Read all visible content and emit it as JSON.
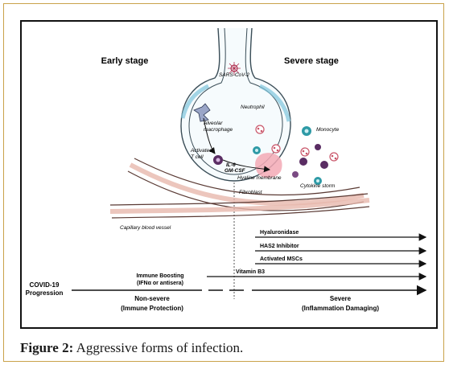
{
  "stages": {
    "early": "Early stage",
    "severe": "Severe stage"
  },
  "cell_labels": {
    "virus": "SARS-CoV-2",
    "neutrophil": "Neutrophil",
    "macrophage": "Alveolar\nmacrophage",
    "monocyte": "Monocyte",
    "t_cell": "Activated\nT cell",
    "il6": "IL-6",
    "gmcsf": "GM-CSF",
    "hyaline": "Hyaline membrane",
    "cytokine_storm": "Cytokine storm",
    "fibroblast": "Fibroblast",
    "capillary": "Capillary blood vessel"
  },
  "treatments": [
    {
      "label": "Hyaluronidase"
    },
    {
      "label": "HAS2 Inhibitor"
    },
    {
      "label": "Activated MSCs"
    },
    {
      "label": "Vitamin B3"
    },
    {
      "label": "Immune Boosting\n(IFNα or antisera)"
    }
  ],
  "progression": {
    "label": "COVID-19\nProgression",
    "non_severe": "Non-severe",
    "non_severe_sub": "(Immune Protection)",
    "severe": "Severe",
    "severe_sub": "(Inflammation Damaging)"
  },
  "caption": {
    "label": "Figure 2:",
    "text": " Aggressive forms of infection."
  },
  "colors": {
    "membrane": "#7fc4dc",
    "vessel": "#e7b8ad",
    "monocyte": "#2e9aa6",
    "t_cell": "#5a2d63",
    "neutrophil": "#c9566a",
    "hyaline": "#f3a9b5"
  }
}
